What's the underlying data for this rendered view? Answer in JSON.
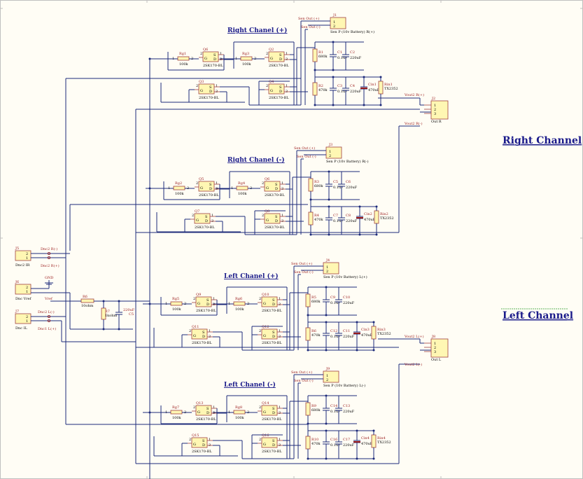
{
  "labels": {
    "right_channel": "Right Channel",
    "left_channel": "Left Channel",
    "right_pos": "Right Chanel (+)",
    "right_neg": "Right Chanel (-)",
    "left_pos": "Left Chanel (+)",
    "left_neg": "Left Chanel (-)"
  },
  "amps": [
    {
      "id": "rp",
      "jack_ref": "J1",
      "jack_net_a": "Sen Out (+)",
      "jack_net_b": "Sen Out (-)",
      "jack_name": "Sen P (10v Battery) R(+)",
      "rg_a": "Rg1",
      "rg_b": "Rg3",
      "rg_val": "100k",
      "q_tl": "Q6",
      "q_tr": "Q2",
      "q_bl": "Q3",
      "q_br": "Q4",
      "q_part": "2SK170-BL",
      "r_top": "R1",
      "r_top_val": "680k",
      "r_bot": "R2",
      "r_bot_val": "470k",
      "c_a": "C1",
      "c_a_val": "0.1uF",
      "c_b": "C2",
      "c_b_val": "220uF",
      "c_c": "C3",
      "c_c_val": "0.1uF",
      "c_d": "C4",
      "c_d_val": "220uF",
      "cin": "Cin1",
      "cin_val": "470uF",
      "rin": "Rin1",
      "rin_val": "TX2352"
    },
    {
      "id": "rn",
      "jack_ref": "J3",
      "jack_net_a": "Sen Out (+)",
      "jack_net_b": "Sen Out (-)",
      "jack_name": "Sen P (10v Battery) R(-)",
      "rg_a": "Rg2",
      "rg_b": "Rg4",
      "rg_val": "100k",
      "q_tl": "Q5",
      "q_tr": "Q6",
      "q_bl": "Q7",
      "q_br": "Q8",
      "q_part": "2SK170-BL",
      "r_top": "R3",
      "r_top_val": "680k",
      "r_bot": "R4",
      "r_bot_val": "470k",
      "c_a": "C5",
      "c_a_val": "0.1uF",
      "c_b": "C6",
      "c_b_val": "220uF",
      "c_c": "C7",
      "c_c_val": "0.1uF",
      "c_d": "C8",
      "c_d_val": "220uF",
      "cin": "Cin2",
      "cin_val": "470uF",
      "rin": "Rin2",
      "rin_val": "TX2352"
    },
    {
      "id": "lp",
      "jack_ref": "J4",
      "jack_net_a": "Sen Out (+)",
      "jack_net_b": "Sen Out (-)",
      "jack_name": "Sen P (10v Battery) L(+)",
      "rg_a": "Rg5",
      "rg_b": "Rg6",
      "rg_val": "100k",
      "q_tl": "Q9",
      "q_tr": "Q10",
      "q_bl": "Q11",
      "q_br": "Q12",
      "q_part": "2SK170-BL",
      "r_top": "R5",
      "r_top_val": "680k",
      "r_bot": "R6",
      "r_bot_val": "470k",
      "c_a": "C9",
      "c_a_val": "0.1uF",
      "c_b": "C10",
      "c_b_val": "220uF",
      "c_c": "C12",
      "c_c_val": "0.1uF",
      "c_d": "C11",
      "c_d_val": "220uF",
      "cin": "Cin3",
      "cin_val": "470uF",
      "rin": "Rin3",
      "rin_val": "TX2352"
    },
    {
      "id": "ln",
      "jack_ref": "J9",
      "jack_net_a": "Sen Out (+)",
      "jack_net_b": "Sen Out (-)",
      "jack_name": "Sen P (10v Battery) L(-)",
      "rg_a": "Rg7",
      "rg_b": "Rg8",
      "rg_val": "100k",
      "q_tl": "Q13",
      "q_tr": "Q14",
      "q_bl": "Q15",
      "q_br": "Q16",
      "q_part": "2SK170-BL",
      "r_top": "R9",
      "r_top_val": "680k",
      "r_bot": "R10",
      "r_bot_val": "470k",
      "c_a": "C14",
      "c_a_val": "0.1uF",
      "c_b": "C13",
      "c_b_val": "220uF",
      "c_c": "C16",
      "c_c_val": "0.1uF",
      "c_d": "C17",
      "c_d_val": "220uF",
      "cin": "Cin4",
      "cin_val": "470uF",
      "rin": "Rin4",
      "rin_val": "TX2352"
    }
  ],
  "outputs": {
    "right": {
      "ref": "J2",
      "name": "Out R",
      "net_a": "Vout2 R(+)",
      "net_b": "Vout2 R(-)"
    },
    "left": {
      "ref": "J8",
      "name": "Out L",
      "net_a": "Vout2 L(+)",
      "net_b": "Vout2 L(-)"
    }
  },
  "inputs": {
    "j5": {
      "ref": "J5",
      "name": "Dnc2 IR",
      "net_a": "Dnc2 R(-)",
      "net_b": "Dnc2 R(+)"
    },
    "j6": {
      "ref": "J6",
      "name": "Dnc Vref",
      "net_a": "GND",
      "net_b": "Vref"
    },
    "j7": {
      "ref": "J7",
      "name": "Dnc IL",
      "net_a": "Dnc2 L(-)",
      "net_b": "Dnc1 L(+)"
    }
  },
  "bias": {
    "r": "R6",
    "r_val": "10ohm",
    "r2": "R7",
    "r2_val": "1kohm",
    "c": "C5",
    "c_val": "220uF"
  },
  "pins": {
    "p1": "1",
    "p2": "2",
    "p3": "3",
    "g": "G",
    "s": "S",
    "d": "D"
  }
}
